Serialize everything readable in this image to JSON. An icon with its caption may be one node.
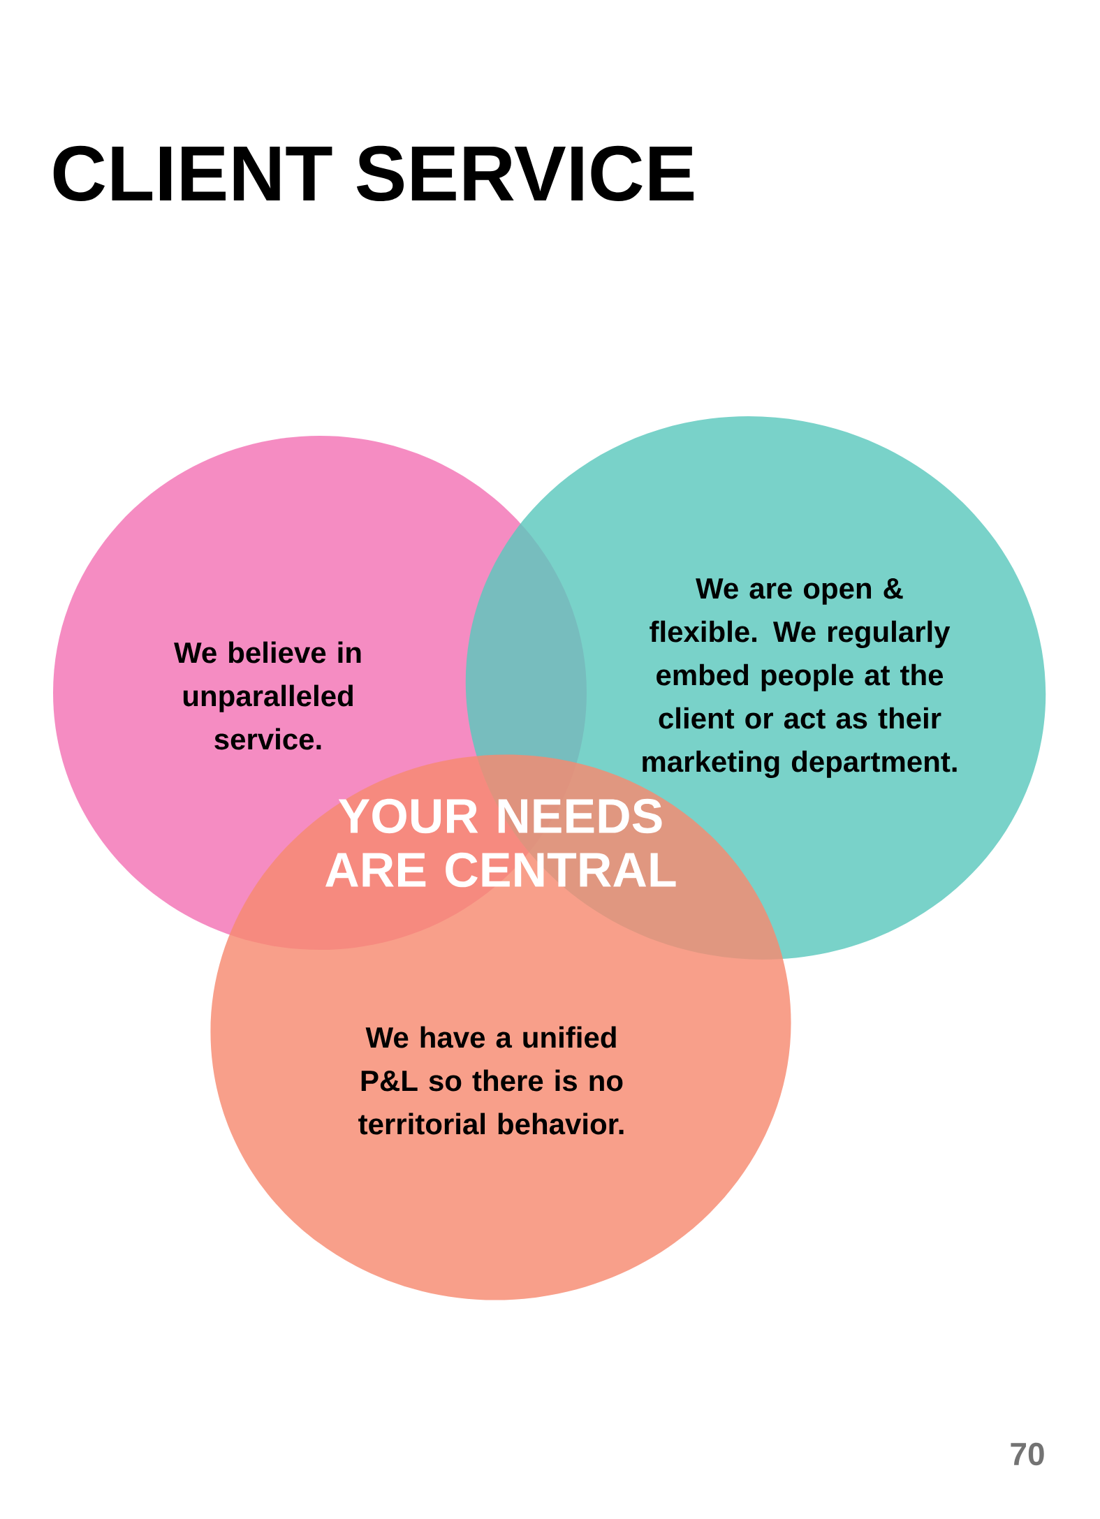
{
  "diagram": {
    "title": "CLIENT SERVICE",
    "nodes": [
      {
        "text": [
          "We believe in unparalleled service."
        ]
      },
      {
        "text": [
          "We are open & flexible. We regularly embed people at the client or act as their marketing department."
        ]
      },
      {
        "text": [
          "We have a unified P&L so there is no territorial behavior."
        ]
      }
    ],
    "labels": [
      "YOUR NEEDS ARE CENTRAL",
      "70"
    ]
  }
}
